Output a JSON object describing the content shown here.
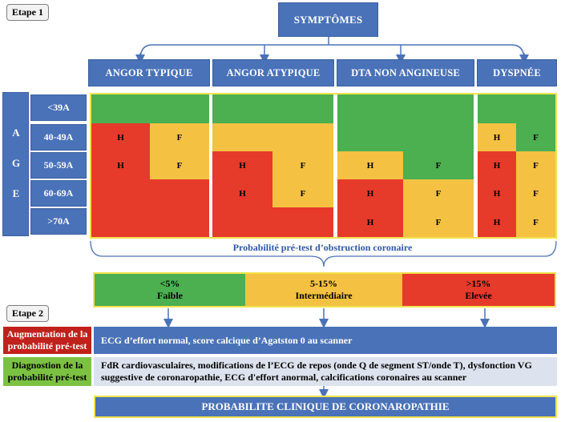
{
  "steps": {
    "step1": "Etape 1",
    "step2": "Etape 2"
  },
  "symptoms": "SYMPTÔMES",
  "columns": [
    "ANGOR TYPIQUE",
    "ANGOR ATYPIQUE",
    "DTA NON ANGINEUSE",
    "DYSPNÉE"
  ],
  "age_label": "A G E",
  "age_rows": [
    "<39A",
    "40-49A",
    "50-59A",
    "60-69A",
    ">70A"
  ],
  "cell_labels": {
    "h": "H",
    "f": "F"
  },
  "pretest_caption": "Probabilité pré-test d’obstruction coronaire",
  "probabilities": [
    {
      "pct": "<5%",
      "label": "Faible",
      "color": "#4caf50"
    },
    {
      "pct": "5-15%",
      "label": "Intermédiaire",
      "color": "#f4c142"
    },
    {
      "pct": ">15%",
      "label": "Elevée",
      "color": "#e63a2b"
    }
  ],
  "increase": {
    "label": "Augmentation de la probabilité pré-test",
    "text": "ECG d’effort normal, score calcique d’Agatston 0 au scanner"
  },
  "diagnosis": {
    "label": "Diagnostion de la probabilité pré-test",
    "text": "FdR cardiovasculaires, modifications de l’ECG de repos (onde Q de segment ST/onde T), dysfonction VG suggestive de coronaropathie, ECG d'effort anormal, calcifications coronaires au scanner"
  },
  "final": "PROBABILITE CLINIQUE DE CORONAROPATHIE",
  "colors": {
    "blue": "#4a72b8",
    "green": "#4caf50",
    "yellow": "#f4c142",
    "red": "#e63a2b",
    "grey_box": "#dde3ee"
  }
}
